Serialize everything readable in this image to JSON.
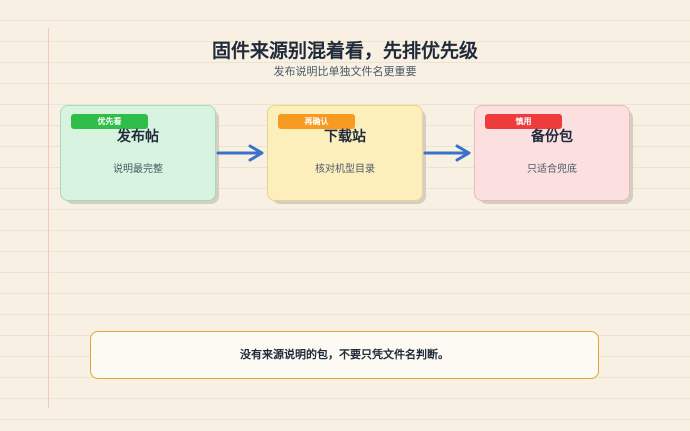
{
  "header": {
    "title": "固件来源别混着看，先排优先级",
    "subtitle": "发布说明比单独文件名更重要"
  },
  "cards": [
    {
      "tag": "优先看",
      "title": "发布帖",
      "desc": "说明最完整"
    },
    {
      "tag": "再确认",
      "title": "下载站",
      "desc": "核对机型目录"
    },
    {
      "tag": "慎用",
      "title": "备份包",
      "desc": "只适合兜底"
    }
  ],
  "note": {
    "text": "没有来源说明的包，不要只凭文件名判断。"
  },
  "colors": {
    "arrow": "#3b72c8",
    "tag_green": "#2fbe49",
    "tag_orange": "#f79a22",
    "tag_red": "#ee3b3b",
    "note_border": "#e0a53a"
  }
}
